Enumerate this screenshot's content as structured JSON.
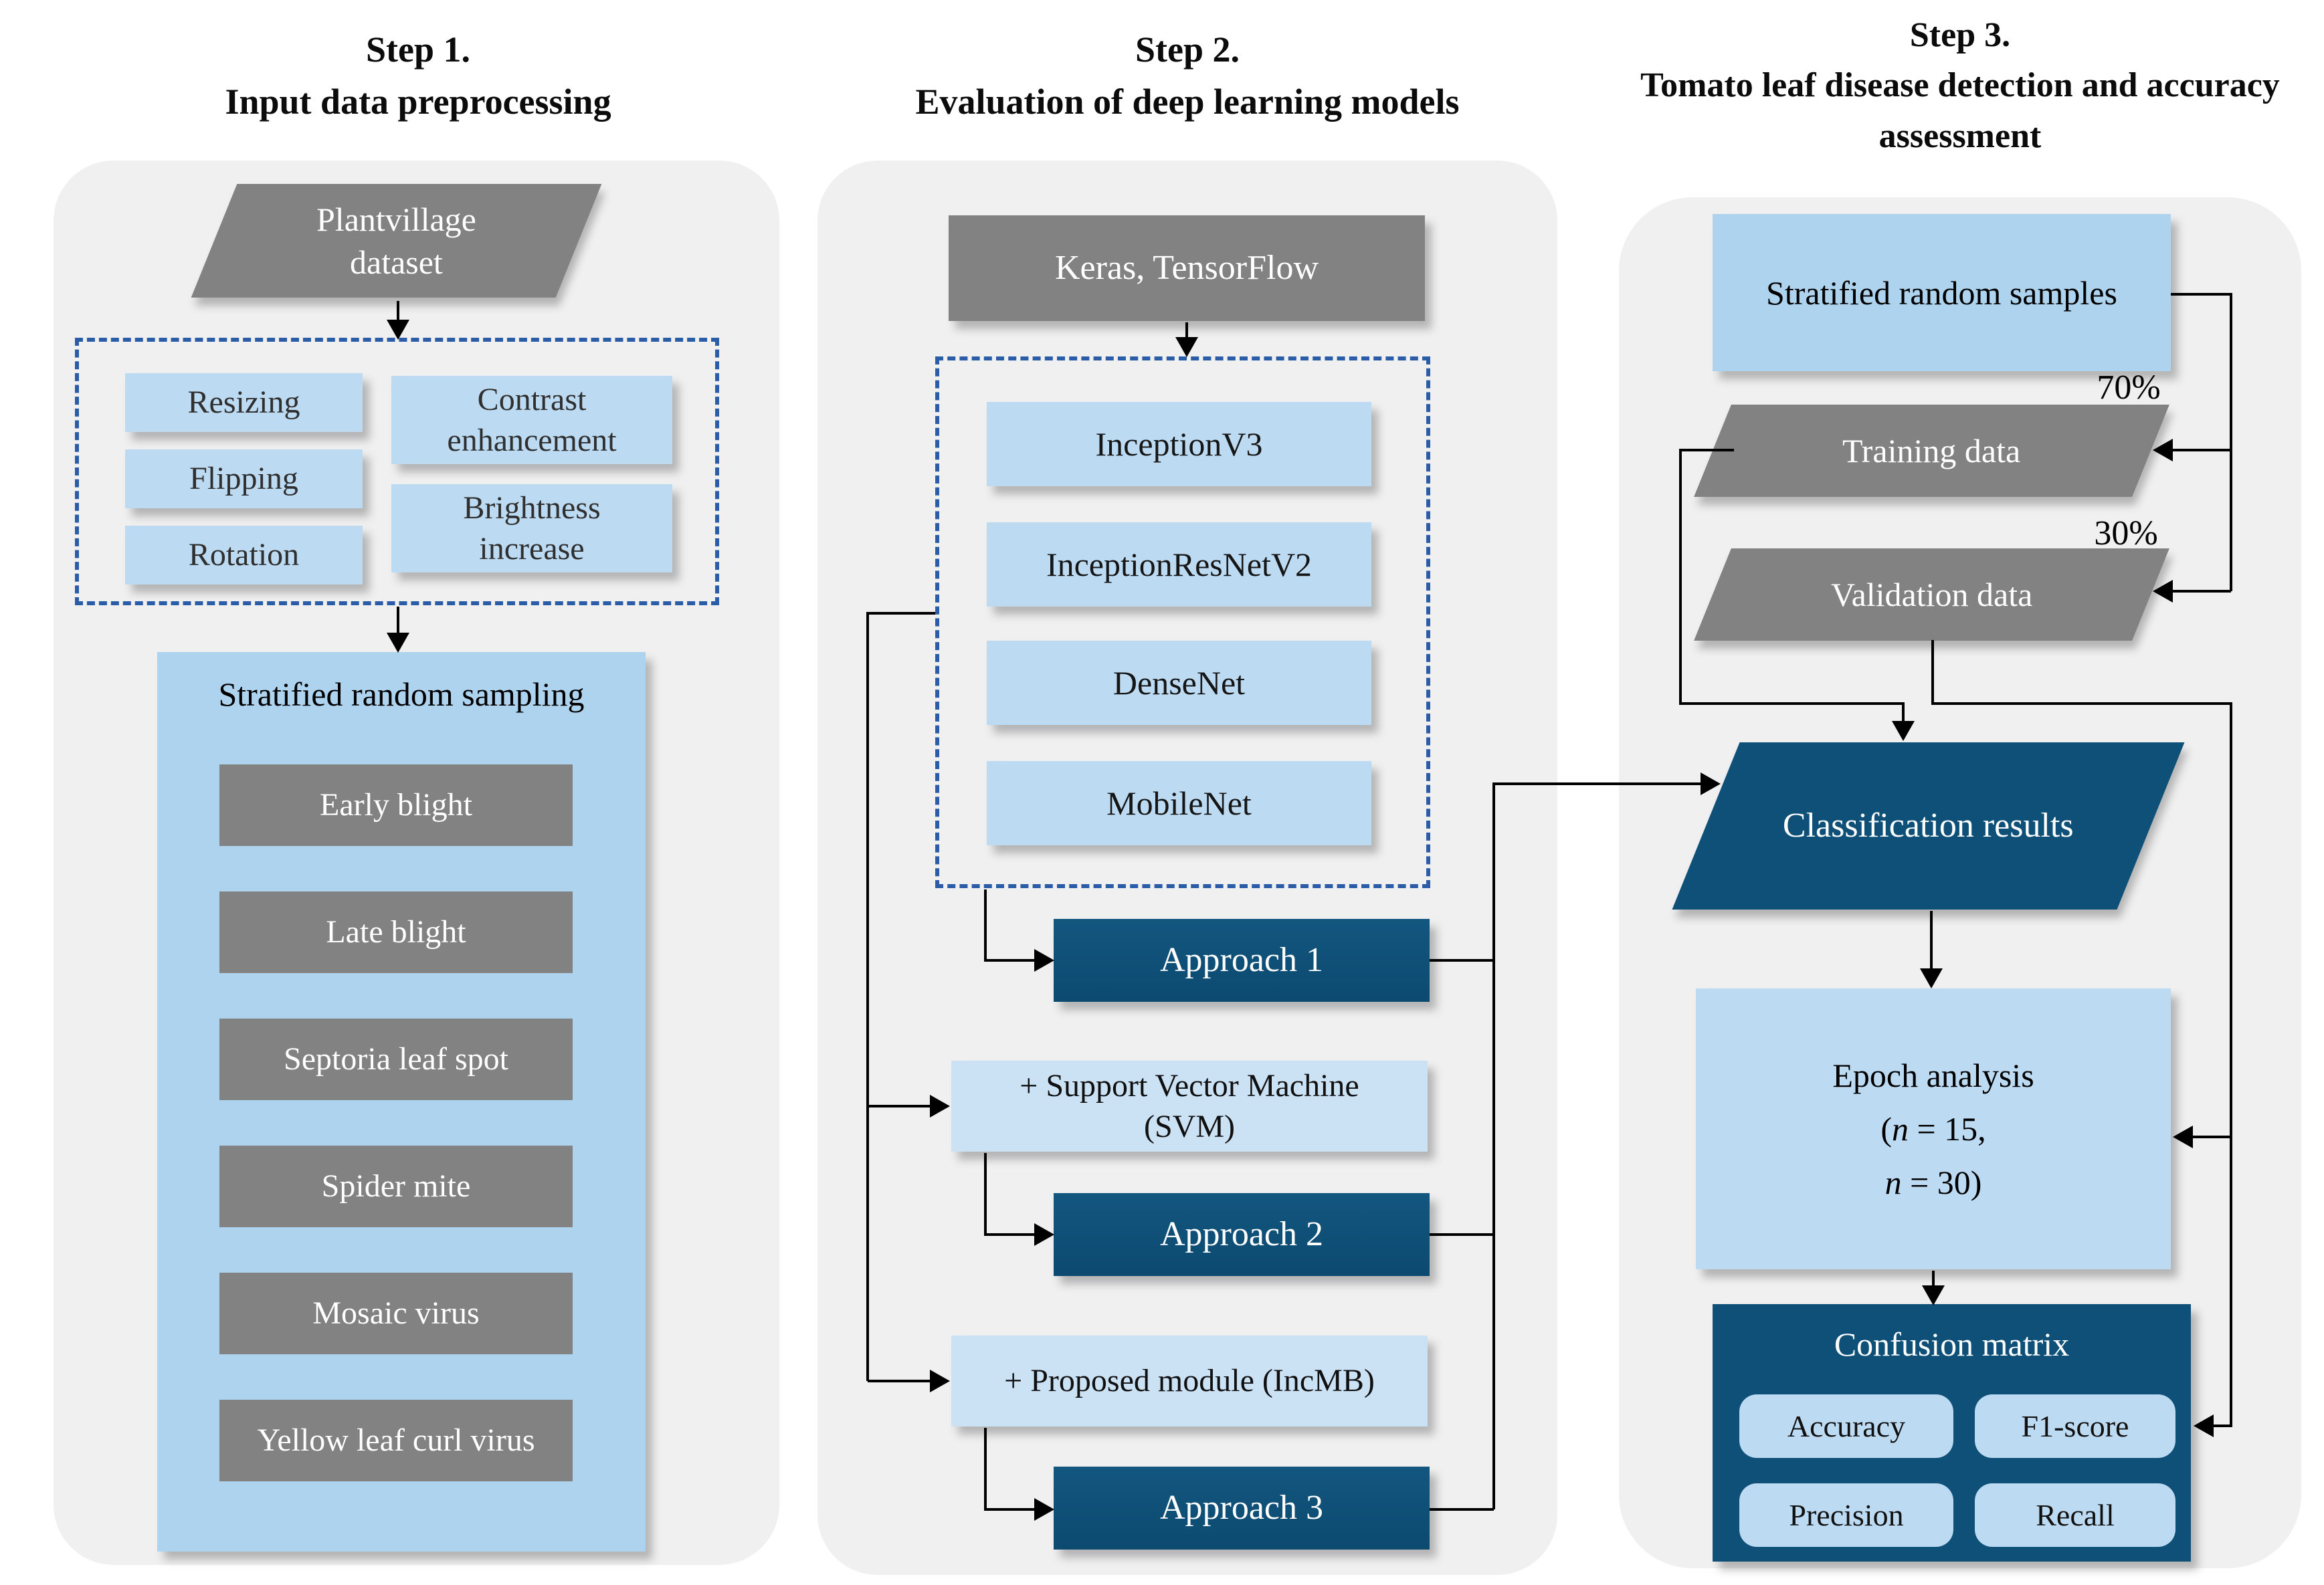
{
  "steps": {
    "step1": {
      "l1": "Step 1.",
      "l2": "Input data preprocessing"
    },
    "step2": {
      "l1": "Step 2.",
      "l2": "Evaluation of deep learning models"
    },
    "step3": {
      "l1": "Step 3.",
      "l2": "Tomato leaf disease detection and accuracy",
      "l3": "assessment"
    }
  },
  "left": {
    "dataset": {
      "l1": "Plantvillage",
      "l2": "dataset"
    },
    "preprocessing": [
      "Resizing",
      "Flipping",
      "Rotation"
    ],
    "enhance": [
      {
        "l1": "Contrast",
        "l2": "enhancement"
      },
      {
        "l1": "Brightness",
        "l2": "increase"
      }
    ],
    "sampling_title": "Stratified random sampling",
    "classes": [
      "Early blight",
      "Late blight",
      "Septoria leaf spot",
      "Spider mite",
      "Mosaic virus",
      "Yellow leaf curl virus"
    ]
  },
  "middle": {
    "framework": "Keras, TensorFlow",
    "models": [
      "InceptionV3",
      "InceptionResNetV2",
      "DenseNet",
      "MobileNet"
    ],
    "approach1": "Approach 1",
    "svm": {
      "l1": "+ Support Vector Machine",
      "l2": "(SVM)"
    },
    "approach2": "Approach 2",
    "incmb": "+ Proposed module (IncMB)",
    "approach3": "Approach 3"
  },
  "right": {
    "samples": "Stratified random samples",
    "train_pct": "70%",
    "training": "Training data",
    "val_pct": "30%",
    "validation": "Validation data",
    "classification": "Classification results",
    "epoch": {
      "l1": "Epoch analysis",
      "l2_pre": "(",
      "l2_var": "n",
      "l2_mid": " = 15,",
      "l3_var": "n",
      "l3_mid": " = 30)"
    },
    "confusion_title": "Confusion matrix",
    "metrics": [
      "Accuracy",
      "F1-score",
      "Precision",
      "Recall"
    ]
  },
  "colors": {
    "light_blue": "#aed3ee",
    "light_blue2": "#bcdaf2",
    "light_blue3": "#cbe1f4",
    "gray": "#828282",
    "dark_blue": "#0e5078",
    "dashed": "#2a5ca8",
    "panel": "#f0f0f1",
    "line": "#000000"
  }
}
